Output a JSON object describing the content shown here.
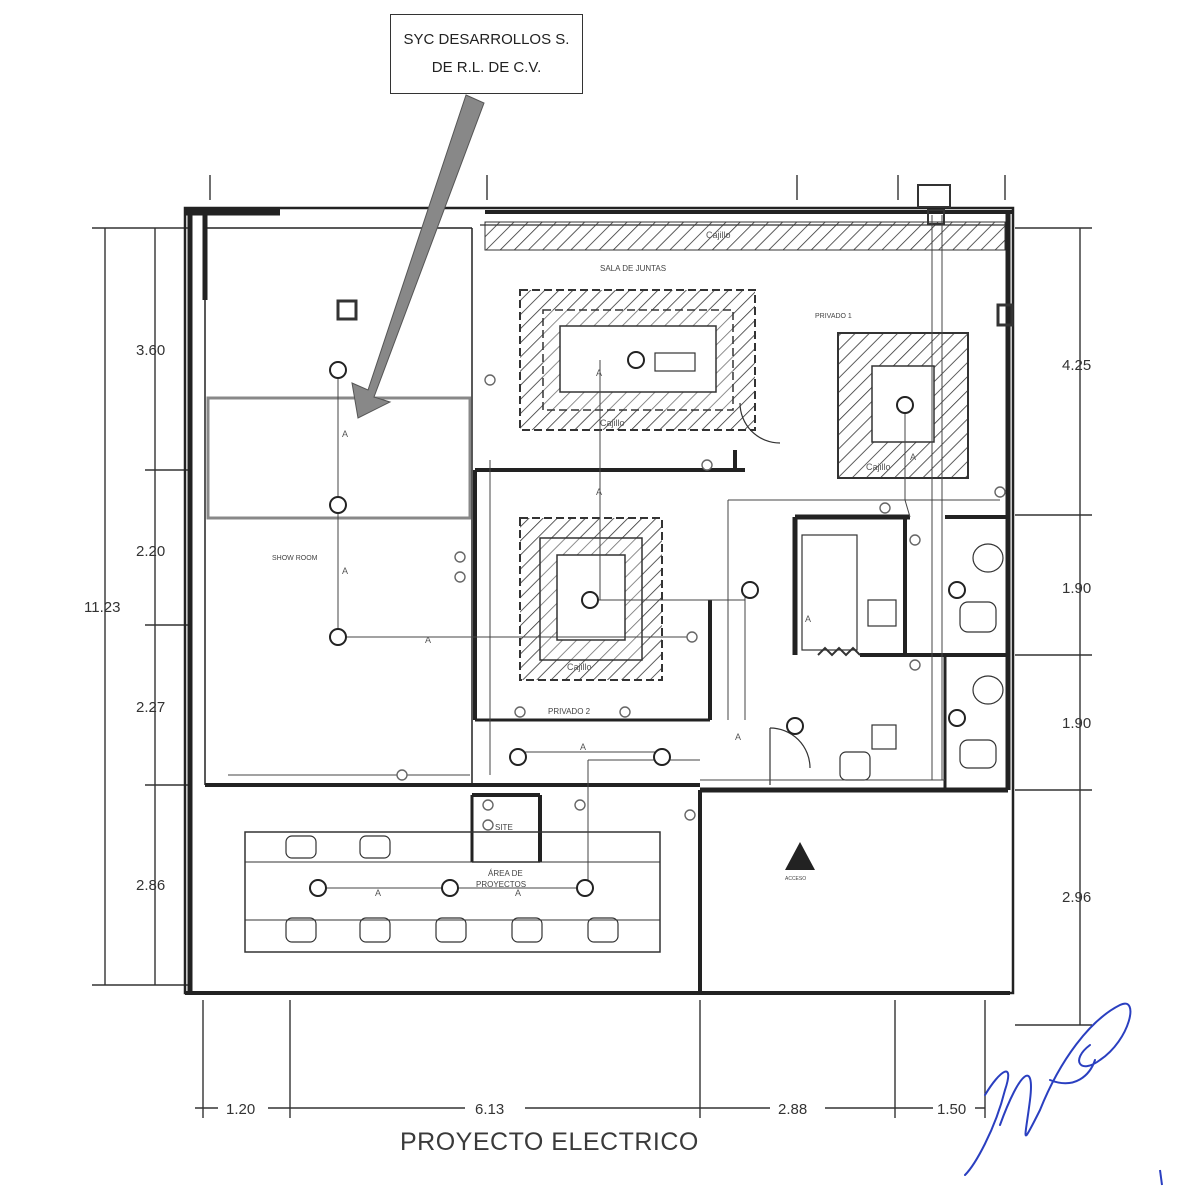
{
  "company_box": {
    "line1": "SYC DESARROLLOS S.",
    "line2": "DE R.L. DE C.V."
  },
  "title": "PROYECTO ELECTRICO",
  "rooms": {
    "sala_de_juntas": "SALA DE JUNTAS",
    "privado_1": "PRIVADO 1",
    "privado_2": "PRIVADO 2",
    "show_room": "SHOW ROOM",
    "site": "SITE",
    "area_proyectos_1": "ÁREA DE",
    "area_proyectos_2": "PROYECTOS",
    "acceso": "ACCESO"
  },
  "plafon_label": "Cajillo",
  "circuit_label": "A",
  "dimensions": {
    "left_total": "11.23",
    "left_1": "3.60",
    "left_2": "2.20",
    "left_3": "2.27",
    "left_4": "2.86",
    "right_1": "4.25",
    "right_2": "1.90",
    "right_3": "1.90",
    "right_4": "2.96",
    "bottom_1": "1.20",
    "bottom_2": "6.13",
    "bottom_3": "2.88",
    "bottom_4": "1.50"
  },
  "colors": {
    "line": "#2b2b2b",
    "signature": "#2a3fc0"
  }
}
